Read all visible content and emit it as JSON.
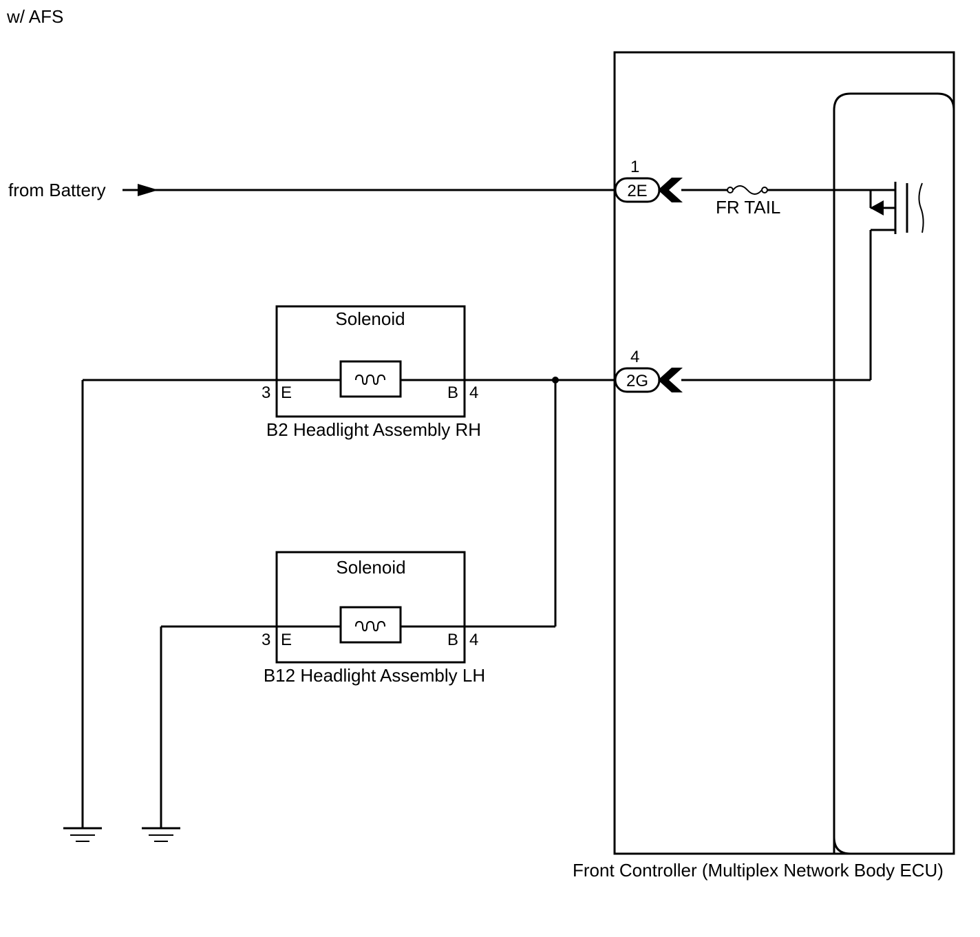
{
  "header": {
    "variant_label": "w/ AFS"
  },
  "power_source": {
    "label": "from Battery"
  },
  "front_controller": {
    "label": "Front Controller (Multiplex Network Body ECU)",
    "fuse_label": "FR TAIL",
    "connector_top": {
      "pin": "1",
      "connector": "2E"
    },
    "connector_bottom": {
      "pin": "4",
      "connector": "2G"
    }
  },
  "headlight_rh": {
    "component_label": "B2 Headlight Assembly RH",
    "inner_label": "Solenoid",
    "pin_left_num": "3",
    "pin_left_name": "E",
    "pin_right_name": "B",
    "pin_right_num": "4"
  },
  "headlight_lh": {
    "component_label": "B12 Headlight Assembly LH",
    "inner_label": "Solenoid",
    "pin_left_num": "3",
    "pin_left_name": "E",
    "pin_right_name": "B",
    "pin_right_num": "4"
  }
}
